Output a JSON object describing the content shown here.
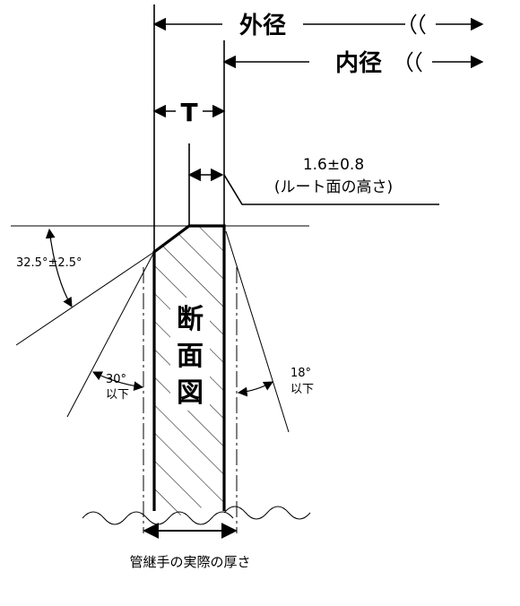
{
  "labels": {
    "outer_diameter": "外径",
    "inner_diameter": "内径",
    "thickness": "T",
    "root_face_value": "1.6±0.8",
    "root_face_note": "(ルート面の高さ)",
    "bevel_angle": "32.5°±2.5°",
    "left_limit_value": "30°",
    "left_limit_note": "以下",
    "right_limit_value": "18°",
    "right_limit_note": "以下",
    "section_1": "断",
    "section_2": "面",
    "section_3": "図",
    "actual_thickness": "管継手の実際の厚さ"
  }
}
